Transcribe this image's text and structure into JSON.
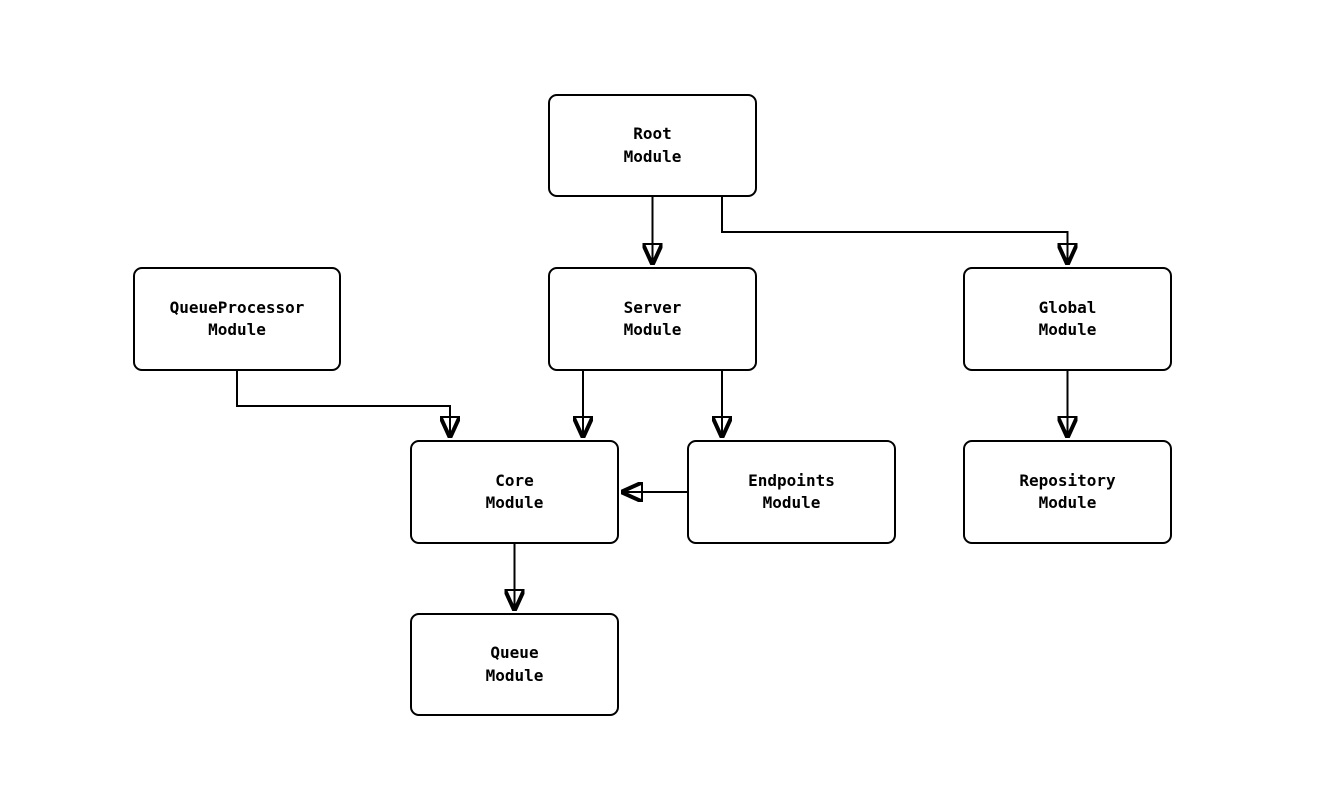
{
  "diagram": {
    "type": "flowchart",
    "colors": {
      "background": "#ffffff",
      "node_fill": "#ffffff",
      "node_stroke": "#000000",
      "edge_stroke": "#000000",
      "text": "#000000"
    },
    "nodes": {
      "root": {
        "label": "Root\nModule"
      },
      "queueprocessor": {
        "label": "QueueProcessor\nModule"
      },
      "server": {
        "label": "Server\nModule"
      },
      "global": {
        "label": "Global\nModule"
      },
      "core": {
        "label": "Core\nModule"
      },
      "endpoints": {
        "label": "Endpoints\nModule"
      },
      "repository": {
        "label": "Repository\nModule"
      },
      "queue": {
        "label": "Queue\nModule"
      }
    },
    "edges": [
      {
        "from": "Root Module",
        "to": "Server Module"
      },
      {
        "from": "Root Module",
        "to": "Global Module"
      },
      {
        "from": "QueueProcessor Module",
        "to": "Core Module"
      },
      {
        "from": "Server Module",
        "to": "Core Module"
      },
      {
        "from": "Server Module",
        "to": "Endpoints Module"
      },
      {
        "from": "Endpoints Module",
        "to": "Core Module"
      },
      {
        "from": "Global Module",
        "to": "Repository Module"
      },
      {
        "from": "Core Module",
        "to": "Queue Module"
      }
    ]
  }
}
